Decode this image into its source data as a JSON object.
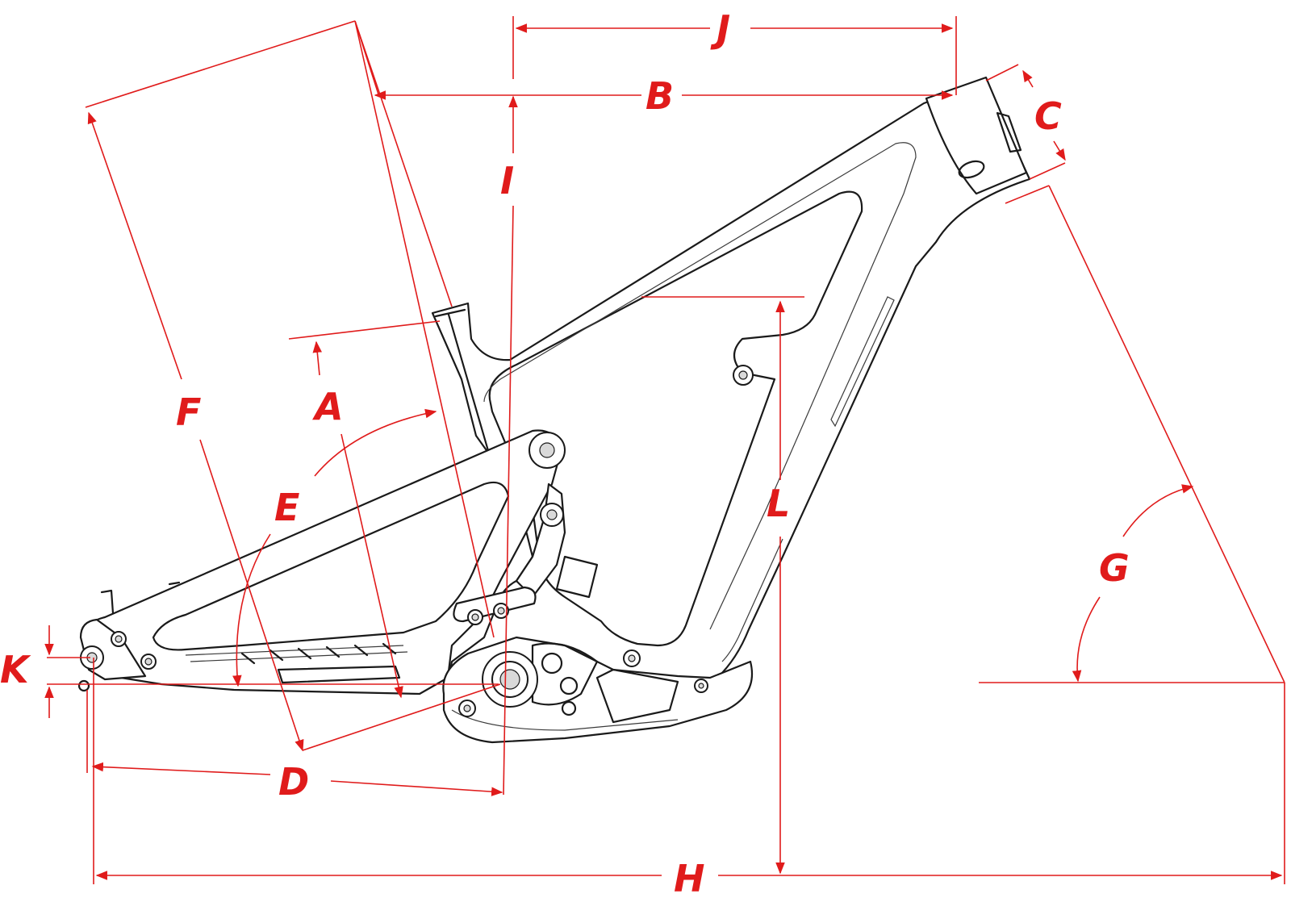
{
  "colors": {
    "dimension": "#e01b1b",
    "frame": "#1a1a1a",
    "background": "#ffffff"
  },
  "labels": {
    "A": "A",
    "B": "B",
    "C": "C",
    "D": "D",
    "E": "E",
    "F": "F",
    "G": "G",
    "H": "H",
    "I": "I",
    "J": "J",
    "K": "K",
    "L": "L"
  }
}
